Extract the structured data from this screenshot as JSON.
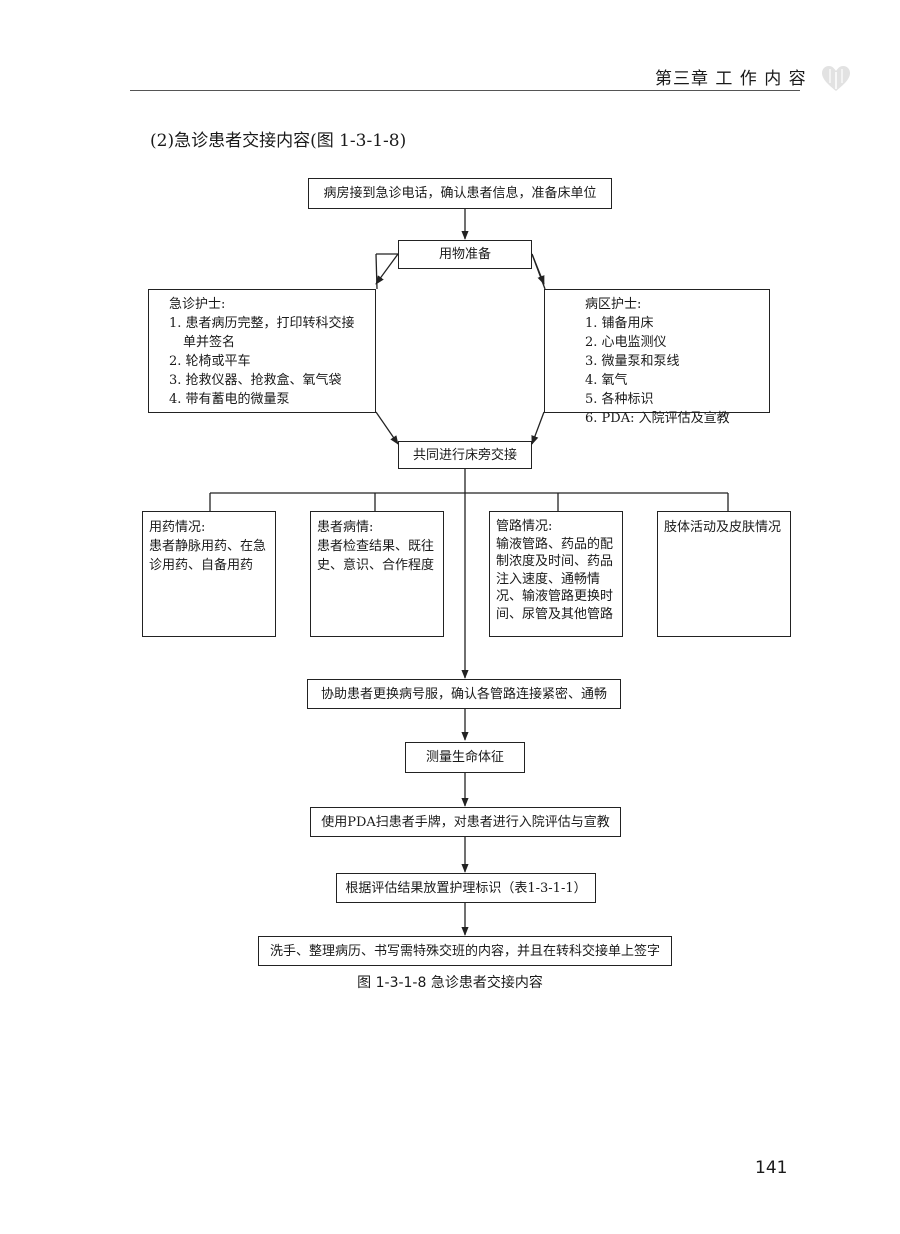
{
  "header": {
    "chapter": "第三章  工 作 内 容"
  },
  "section": {
    "title": "(2)急诊患者交接内容(图 1-3-1-8)"
  },
  "flow": {
    "start": "病房接到急诊电话，确认患者信息，准备床单位",
    "prep": "用物准备",
    "er_nurse": {
      "title": "急诊护士:",
      "items": [
        "1. 患者病历完整，打印转科交接",
        "单并签名",
        "2. 轮椅或平车",
        "3. 抢救仪器、抢救盒、氧气袋",
        "4. 带有蓄电的微量泵"
      ]
    },
    "ward_nurse": {
      "title": "病区护士:",
      "items": [
        "1. 铺备用床",
        "2. 心电监测仪",
        "3. 微量泵和泵线",
        "4. 氧气",
        "5. 各种标识",
        "6. PDA: 入院评估及宣教"
      ]
    },
    "handover": "共同进行床旁交接",
    "meds": {
      "title": "用药情况:",
      "body": "患者静脉用药、在急诊用药、自备用药"
    },
    "condition": {
      "title": "患者病情:",
      "body": "患者检查结果、既往史、意识、合作程度"
    },
    "tubes": {
      "title": "管路情况:",
      "body": "输液管路、药品的配制浓度及时间、药品注入速度、通畅情况、输液管路更换时间、尿管及其他管路"
    },
    "skin": {
      "title": "肢体活动及皮肤情况"
    },
    "step1": "协助患者更换病号服，确认各管路连接紧密、通畅",
    "step2": "测量生命体征",
    "step3": "使用PDA扫患者手牌，对患者进行入院评估与宣教",
    "step4": "根据评估结果放置护理标识（表1-3-1-1）",
    "step5": "洗手、整理病历、书写需特殊交班的内容，并且在转科交接单上签字"
  },
  "caption": "图 1-3-1-8   急诊患者交接内容",
  "page_number": "141"
}
